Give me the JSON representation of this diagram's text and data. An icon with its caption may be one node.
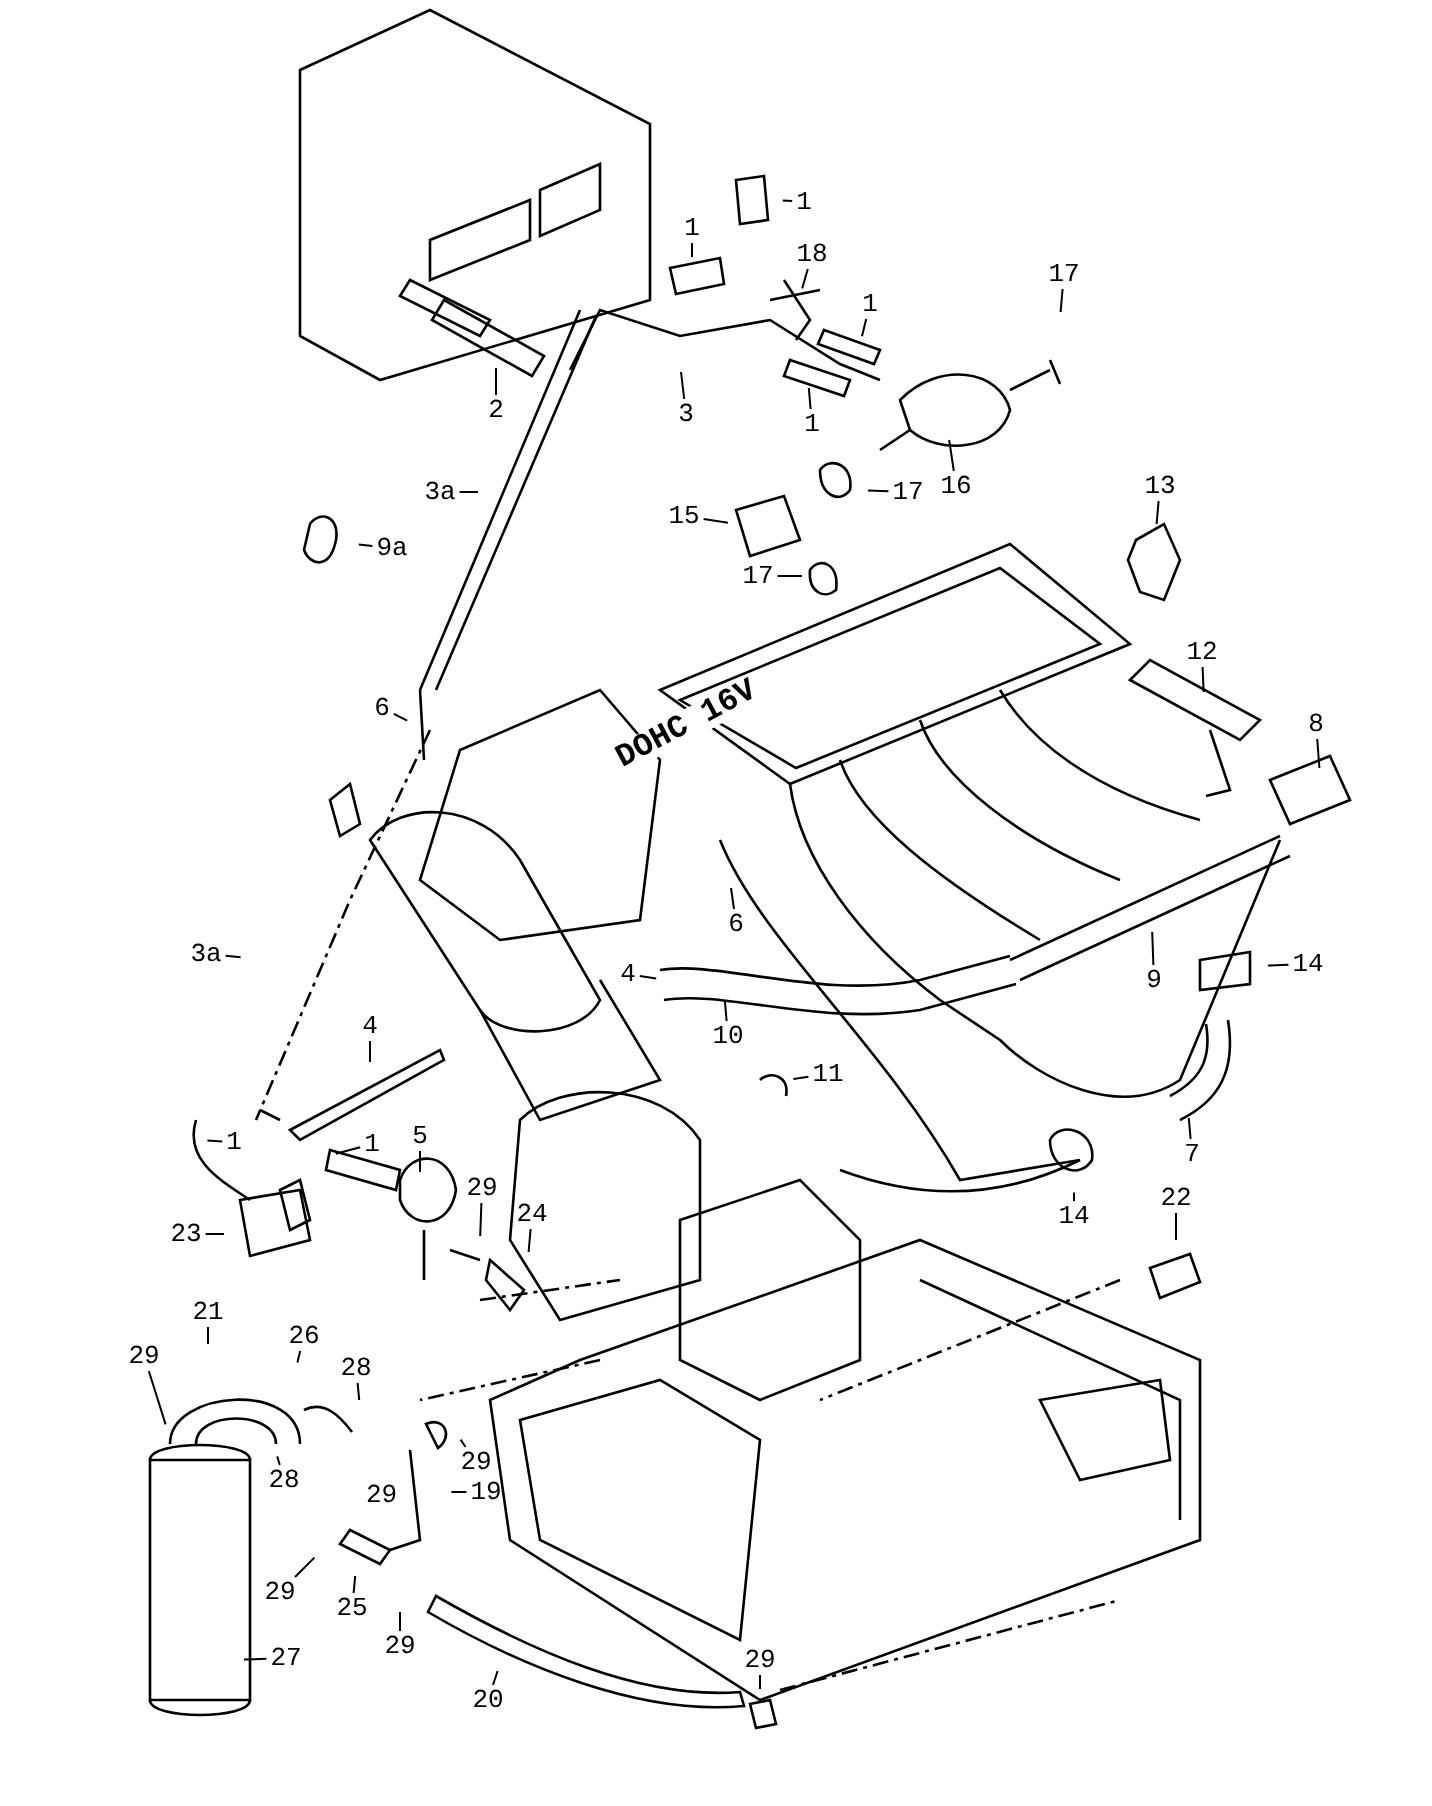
{
  "diagram": {
    "nodes": [
      {
        "text": [
          "1"
        ]
      },
      {
        "text": [
          "1"
        ]
      },
      {
        "text": [
          "18"
        ]
      },
      {
        "text": [
          "1"
        ]
      },
      {
        "text": [
          "17"
        ]
      },
      {
        "text": [
          "2"
        ]
      },
      {
        "text": [
          "3"
        ]
      },
      {
        "text": [
          "1"
        ]
      },
      {
        "text": [
          "16"
        ]
      },
      {
        "text": [
          "17"
        ]
      },
      {
        "text": [
          "3a"
        ]
      },
      {
        "text": [
          "9a"
        ]
      },
      {
        "text": [
          "15"
        ]
      },
      {
        "text": [
          "17"
        ]
      },
      {
        "text": [
          "13"
        ]
      },
      {
        "text": [
          "12"
        ]
      },
      {
        "text": [
          "8"
        ]
      },
      {
        "text": [
          "6"
        ]
      },
      {
        "text": [
          "6"
        ]
      },
      {
        "text": [
          "9"
        ]
      },
      {
        "text": [
          "14"
        ]
      },
      {
        "text": [
          "3a"
        ]
      },
      {
        "text": [
          "4"
        ]
      },
      {
        "text": [
          "10"
        ]
      },
      {
        "text": [
          "4"
        ]
      },
      {
        "text": [
          "11"
        ]
      },
      {
        "text": [
          "1"
        ]
      },
      {
        "text": [
          "1"
        ]
      },
      {
        "text": [
          "5"
        ]
      },
      {
        "text": [
          "7"
        ]
      },
      {
        "text": [
          "29"
        ]
      },
      {
        "text": [
          "24"
        ]
      },
      {
        "text": [
          "23"
        ]
      },
      {
        "text": [
          "22"
        ]
      },
      {
        "text": [
          "14"
        ]
      },
      {
        "text": [
          "21"
        ]
      },
      {
        "text": [
          "26"
        ]
      },
      {
        "text": [
          "29"
        ]
      },
      {
        "text": [
          "28"
        ]
      },
      {
        "text": [
          "29"
        ]
      },
      {
        "text": [
          "28"
        ]
      },
      {
        "text": [
          "19"
        ]
      },
      {
        "text": [
          "29"
        ]
      },
      {
        "text": [
          "25"
        ]
      },
      {
        "text": [
          "27"
        ]
      },
      {
        "text": [
          "29"
        ]
      },
      {
        "text": [
          "29"
        ]
      },
      {
        "text": [
          "20"
        ]
      }
    ],
    "edges": [
      {
        "from": 0,
        "to": null,
        "arrow": "none"
      },
      {
        "from": 1,
        "to": null,
        "arrow": "none"
      },
      {
        "from": 2,
        "to": null,
        "arrow": "none"
      },
      {
        "from": 3,
        "to": null,
        "arrow": "none"
      },
      {
        "from": 4,
        "to": null,
        "arrow": "none"
      },
      {
        "from": 5,
        "to": null,
        "arrow": "none"
      },
      {
        "from": 6,
        "to": null,
        "arrow": "none"
      },
      {
        "from": 7,
        "to": null,
        "arrow": "none"
      },
      {
        "from": 8,
        "to": null,
        "arrow": "none"
      },
      {
        "from": 9,
        "to": null,
        "arrow": "none"
      },
      {
        "from": 10,
        "to": null,
        "arrow": "none"
      },
      {
        "from": 11,
        "to": null,
        "arrow": "none"
      },
      {
        "from": 12,
        "to": null,
        "arrow": "none"
      },
      {
        "from": 13,
        "to": null,
        "arrow": "none"
      },
      {
        "from": 14,
        "to": null,
        "arrow": "none"
      },
      {
        "from": 15,
        "to": null,
        "arrow": "none"
      },
      {
        "from": 16,
        "to": null,
        "arrow": "none"
      },
      {
        "from": 17,
        "to": null,
        "arrow": "none"
      },
      {
        "from": 18,
        "to": null,
        "arrow": "none"
      },
      {
        "from": 19,
        "to": null,
        "arrow": "none"
      },
      {
        "from": 20,
        "to": null,
        "arrow": "none"
      },
      {
        "from": 21,
        "to": null,
        "arrow": "none"
      },
      {
        "from": 22,
        "to": null,
        "arrow": "none"
      },
      {
        "from": 23,
        "to": null,
        "arrow": "none"
      },
      {
        "from": 24,
        "to": null,
        "arrow": "none"
      },
      {
        "from": 25,
        "to": null,
        "arrow": "none"
      },
      {
        "from": 26,
        "to": null,
        "arrow": "none"
      },
      {
        "from": 27,
        "to": null,
        "arrow": "none"
      },
      {
        "from": 28,
        "to": null,
        "arrow": "none"
      },
      {
        "from": 29,
        "to": null,
        "arrow": "none"
      },
      {
        "from": 30,
        "to": null,
        "arrow": "none"
      },
      {
        "from": 31,
        "to": null,
        "arrow": "none"
      },
      {
        "from": 32,
        "to": null,
        "arrow": "none"
      },
      {
        "from": 33,
        "to": null,
        "arrow": "none"
      },
      {
        "from": 34,
        "to": null,
        "arrow": "none"
      },
      {
        "from": 35,
        "to": null,
        "arrow": "none"
      },
      {
        "from": 36,
        "to": null,
        "arrow": "none"
      },
      {
        "from": 37,
        "to": null,
        "arrow": "none"
      },
      {
        "from": 38,
        "to": null,
        "arrow": "none"
      },
      {
        "from": 39,
        "to": null,
        "arrow": "none"
      },
      {
        "from": 40,
        "to": null,
        "arrow": "none"
      },
      {
        "from": 41,
        "to": null,
        "arrow": "none"
      },
      {
        "from": 42,
        "to": null,
        "arrow": "none"
      },
      {
        "from": 43,
        "to": null,
        "arrow": "none"
      },
      {
        "from": 44,
        "to": null,
        "arrow": "none"
      },
      {
        "from": 45,
        "to": null,
        "arrow": "none"
      },
      {
        "from": 46,
        "to": null,
        "arrow": "none"
      },
      {
        "from": 47,
        "to": null,
        "arrow": "none"
      }
    ],
    "labels": [
      "DOHC 16V",
      "29"
    ]
  }
}
